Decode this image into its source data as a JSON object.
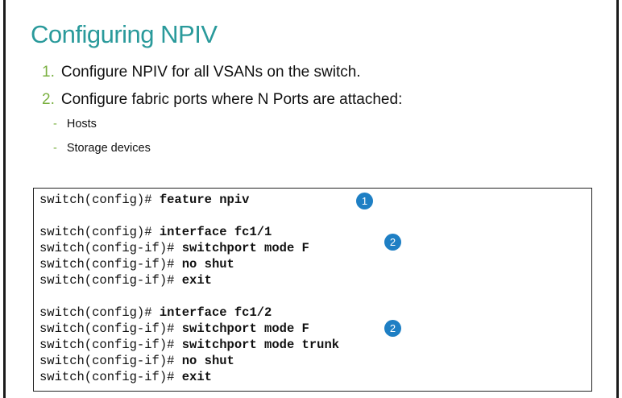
{
  "title": "Configuring NPIV",
  "steps": [
    {
      "num": "1.",
      "text": "Configure NPIV for all VSANs on the switch."
    },
    {
      "num": "2.",
      "text": "Configure fabric ports where N Ports are attached:"
    }
  ],
  "substeps": [
    {
      "dash": "-",
      "text": "Hosts"
    },
    {
      "dash": "-",
      "text": "Storage devices"
    }
  ],
  "code": {
    "lines": [
      {
        "prompt": "switch(config)# ",
        "cmd": "feature npiv"
      },
      {
        "prompt": "switch(config)# ",
        "cmd": "interface fc1/1"
      },
      {
        "prompt": "switch(config-if)# ",
        "cmd": "switchport mode F"
      },
      {
        "prompt": "switch(config-if)# ",
        "cmd": "no shut"
      },
      {
        "prompt": "switch(config-if)# ",
        "cmd": "exit"
      },
      {
        "prompt": "switch(config)# ",
        "cmd": "interface fc1/2"
      },
      {
        "prompt": "switch(config-if)# ",
        "cmd": "switchport mode F"
      },
      {
        "prompt": "switch(config-if)# ",
        "cmd": "switchport mode trunk"
      },
      {
        "prompt": "switch(config-if)# ",
        "cmd": "no shut"
      },
      {
        "prompt": "switch(config-if)# ",
        "cmd": "exit"
      }
    ],
    "badges": [
      "1",
      "2",
      "2"
    ]
  },
  "colors": {
    "title": "#2a9a9b",
    "list_number": "#7ab040",
    "badge": "#1e7fc4"
  }
}
